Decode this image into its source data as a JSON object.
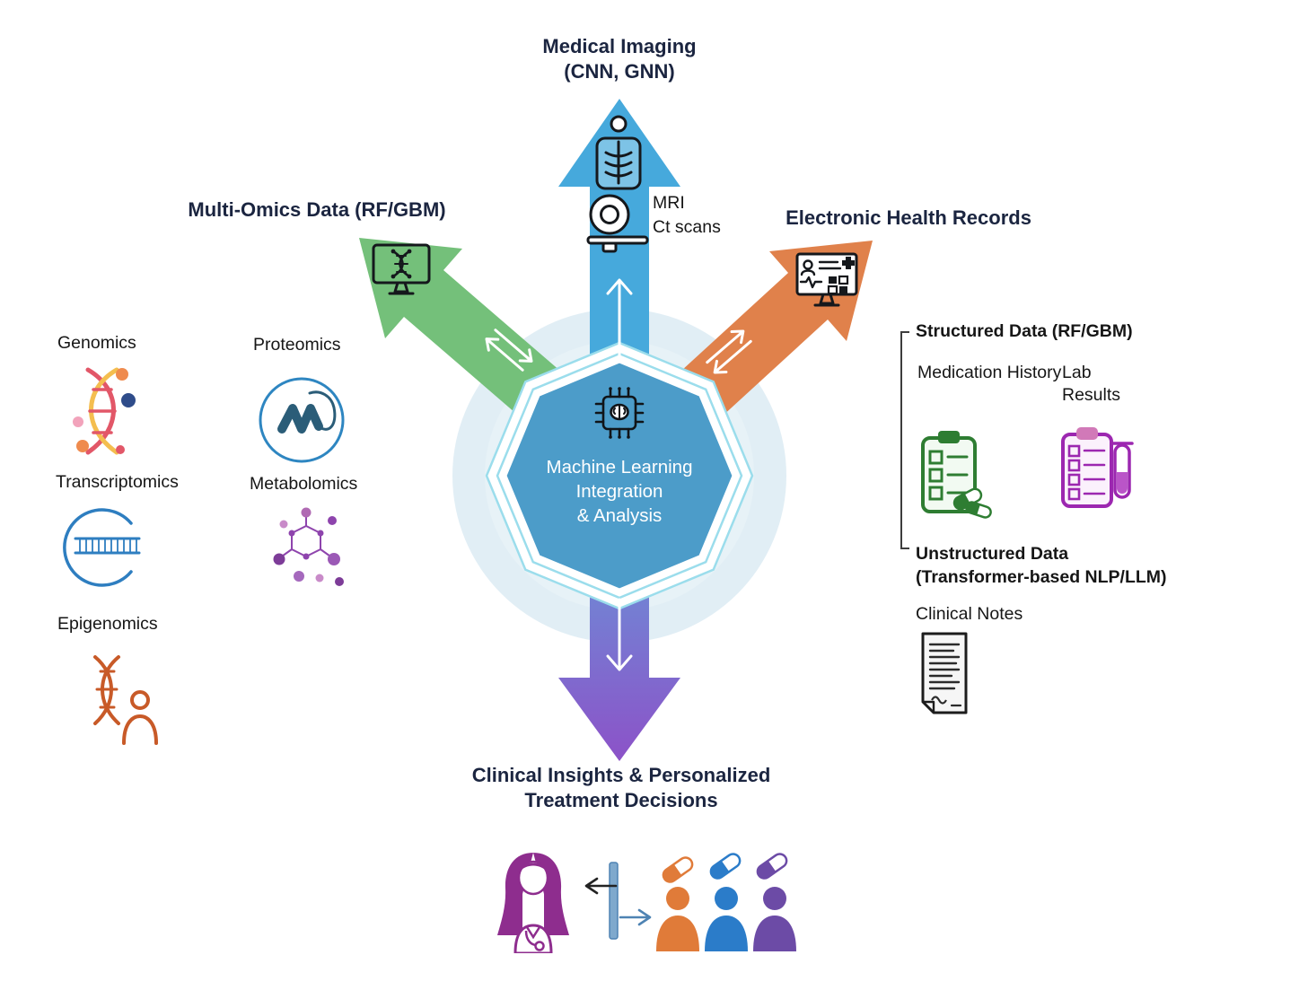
{
  "center": {
    "line1": "Machine Learning",
    "line2": "Integration",
    "line3": "& Analysis"
  },
  "branches": {
    "imaging": {
      "title": "Medical Imaging",
      "subtitle": "(CNN, GNN)",
      "mri_label": "MRI",
      "ct_label": "Ct scans"
    },
    "omics": {
      "title": "Multi-Omics Data (RF/GBM)"
    },
    "ehr": {
      "title": "Electronic Health Records"
    },
    "insights": {
      "line1": "Clinical Insights & Personalized",
      "line2": "Treatment Decisions"
    }
  },
  "omics_panel": {
    "items": [
      {
        "label": "Genomics"
      },
      {
        "label": "Proteomics"
      },
      {
        "label": "Transcriptomics"
      },
      {
        "label": "Metabolomics"
      },
      {
        "label": "Epigenomics"
      }
    ]
  },
  "ehr_panel": {
    "structured_title": "Structured Data (RF/GBM)",
    "medication_label": "Medication History",
    "lab_label": "Lab Results",
    "unstructured_line1": "Unstructured Data",
    "unstructured_line2": "(Transformer-based NLP/LLM)",
    "clinical_notes_label": "Clinical Notes"
  },
  "colors": {
    "imaging_arrow": "#46A9DC",
    "omics_arrow": "#74C07A",
    "ehr_arrow": "#E0814B",
    "insights_arrow_start": "#6E8BD6",
    "insights_arrow_end": "#8C52C8",
    "center_octagon": "#4C9CC9",
    "octagon_ring": "#9BDDEC",
    "halo": "#DCEBF3",
    "genomics_red": "#E25768",
    "genomics_yellow": "#F4BE4F",
    "proteomics_blue": "#2E86C1",
    "transcriptomics_blue": "#2E7EC0",
    "metabolomics_purple": "#9B59B6",
    "epigenomics_orange": "#C85A28",
    "medication_green": "#2E7D32",
    "lab_purple": "#9C27B0",
    "doctor_magenta": "#8E2D8E",
    "patient_orange": "#E07B39",
    "patient_blue": "#2B7CC9",
    "patient_purple": "#6C4BA6",
    "heading_text": "#1B2540",
    "label_text": "#161616"
  },
  "icons": {
    "center_chip": "chip-with-brain",
    "imaging_top": "patient-xray",
    "imaging_mri": "mri-scanner",
    "omics_arrow": "monitor-with-dna-network",
    "ehr_arrow": "monitor-with-health-record",
    "genomics": "colorful-dna-helix",
    "proteomics": "protein-ribbon-in-circle",
    "transcriptomics": "rna-strand-arc",
    "metabolomics": "molecule-cluster",
    "epigenomics": "dna-with-person",
    "medication_history": "green-checklist-clipboard-with-pills",
    "lab_results": "purple-clipboard-with-test-tube",
    "clinical_notes": "document-with-text-lines",
    "doctor": "female-doctor-with-stethoscope",
    "pills": "capsule-x3",
    "patients": "person-silhouette-x3"
  }
}
